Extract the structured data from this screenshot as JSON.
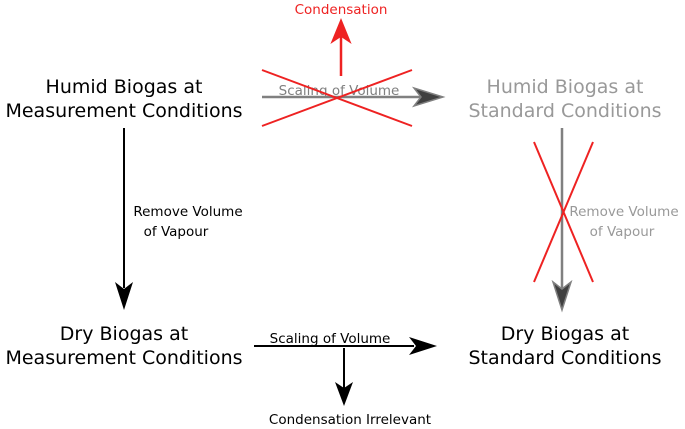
{
  "nodes": {
    "humid_measurement": [
      "Humid Biogas at",
      "Measurement Conditions"
    ],
    "humid_standard": [
      "Humid Biogas at",
      "Standard Conditions"
    ],
    "dry_measurement": [
      "Dry Biogas at",
      "Measurement Conditions"
    ],
    "dry_standard": [
      "Dry Biogas at",
      "Standard Conditions"
    ]
  },
  "edges": {
    "top_scaling": "Scaling of Volume",
    "top_condensation": "Condensation",
    "left_vapour": [
      "Remove Volume",
      "of Vapour"
    ],
    "right_vapour": [
      "Remove Volume",
      "of Vapour"
    ],
    "bottom_scaling": "Scaling of Volume",
    "bottom_condensation": "Condensation Irrelevant"
  },
  "colors": {
    "black": "#000000",
    "gray": "#999999",
    "arrow_gray": "#808080",
    "red": "#ee2222"
  }
}
